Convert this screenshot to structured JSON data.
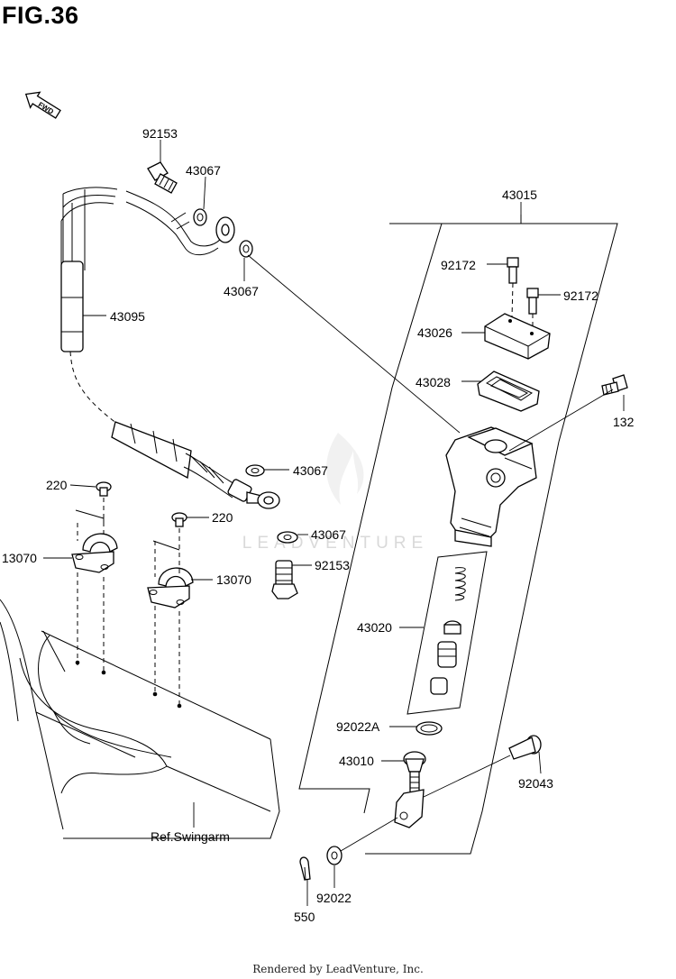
{
  "figure": {
    "title": "FIG.36",
    "fwd_label": "FWD"
  },
  "watermark": "LEADVENTURE",
  "footer": "Rendered by LeadVenture, Inc.",
  "callouts": {
    "c92153_top": "92153",
    "c43067_a": "43067",
    "c43067_b": "43067",
    "c43095": "43095",
    "c43015": "43015",
    "c92172_a": "92172",
    "c92172_b": "92172",
    "c43026": "43026",
    "c43028": "43028",
    "c132": "132",
    "c43067_c": "43067",
    "c220_a": "220",
    "c220_b": "220",
    "c13070_a": "13070",
    "c13070_b": "13070",
    "c43067_d": "43067",
    "c92153_b": "92153",
    "c43020": "43020",
    "c92022A": "92022A",
    "c43010": "43010",
    "c92043": "92043",
    "c_ref": "Ref.Swingarm",
    "c92022": "92022",
    "c550": "550"
  }
}
